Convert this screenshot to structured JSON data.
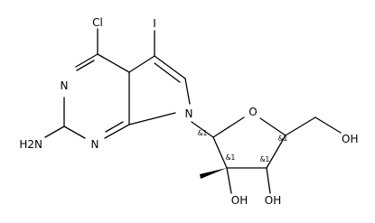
{
  "molecule": {
    "atoms": {
      "cl": "Cl",
      "iodo": "I",
      "n_top": "N",
      "n_bottom": "N",
      "n_pyrrole": "N",
      "amine": "H2N",
      "o_ring": "O",
      "hydroxyl_ch2": "OH",
      "hydroxyl_c2": "OH",
      "hydroxyl_c3": "OH"
    },
    "stereo_labels": {
      "c1": "&1",
      "c2": "&1",
      "c3": "&1",
      "c4": "&1"
    }
  }
}
